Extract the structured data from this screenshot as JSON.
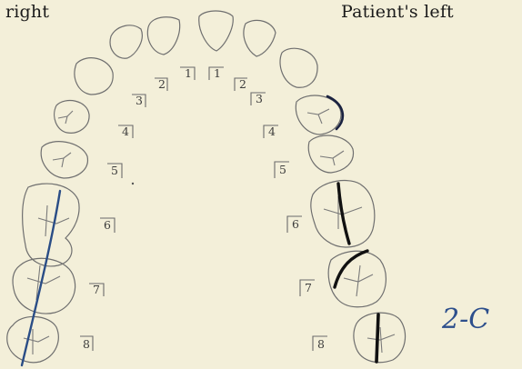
{
  "header": {
    "right_label": "right",
    "left_label": "Patient's left"
  },
  "tooth_numbers": {
    "right": [
      "1",
      "2",
      "3",
      "4",
      "5",
      "6",
      "7",
      "8"
    ],
    "left": [
      "1",
      "2",
      "3",
      "4",
      "5",
      "6",
      "7",
      "8"
    ]
  },
  "annotation": {
    "text": "2-C",
    "color": "#2d4f8c"
  },
  "colors": {
    "background": "#f3efd9",
    "outline": "#6f6f6f",
    "blue_marking": "#2a4d86",
    "black_marking": "#111111"
  }
}
